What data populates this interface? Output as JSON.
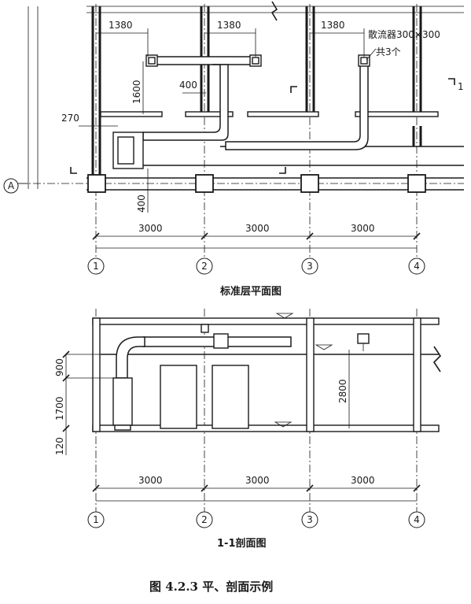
{
  "plan": {
    "title": "标准层平面图",
    "dims": {
      "d1380a": "1380",
      "d1380b": "1380",
      "d1380c": "1380",
      "d1600": "1600",
      "d400a": "400",
      "d270": "270",
      "d400b": "400",
      "span1": "3000",
      "span2": "3000",
      "span3": "3000"
    },
    "note_line1": "散流器300×300",
    "note_line2": "共3个",
    "section_mark": "1",
    "axis_row": "A",
    "axes": [
      "1",
      "2",
      "3",
      "4"
    ]
  },
  "section": {
    "title": "1-1剖面图",
    "dims": {
      "d900": "900",
      "d1700": "1700",
      "d120": "120",
      "d2800": "2800",
      "span1": "3000",
      "span2": "3000",
      "span3": "3000"
    },
    "axes": [
      "1",
      "2",
      "3",
      "4"
    ]
  },
  "caption": "图 4.2.3   平、剖面示例"
}
